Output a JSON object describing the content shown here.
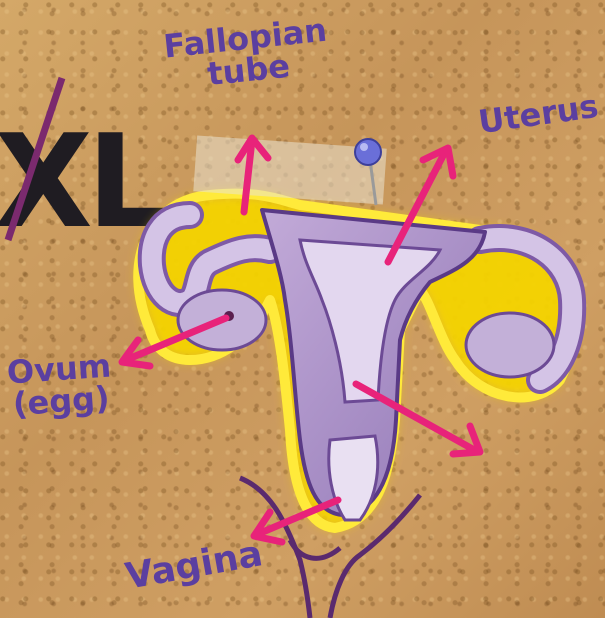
{
  "title_fragment": "XL",
  "labels": {
    "fallopian_tube_line1": "Fallopian",
    "fallopian_tube_line2": "tube",
    "uterus": "Uterus",
    "ovum_line1": "Ovum",
    "ovum_line2": "(egg)",
    "vagina": "Vagina"
  },
  "colors": {
    "label_text": "#5b3fa0",
    "arrow": "#e8237a",
    "organ": "#a98fc6",
    "organ_light": "#d9cbe8",
    "glow": "#f5d400",
    "title_text": "#1f1c22",
    "strike": "#7b2a6e"
  },
  "icons": {
    "pin": "push-pin-icon"
  }
}
